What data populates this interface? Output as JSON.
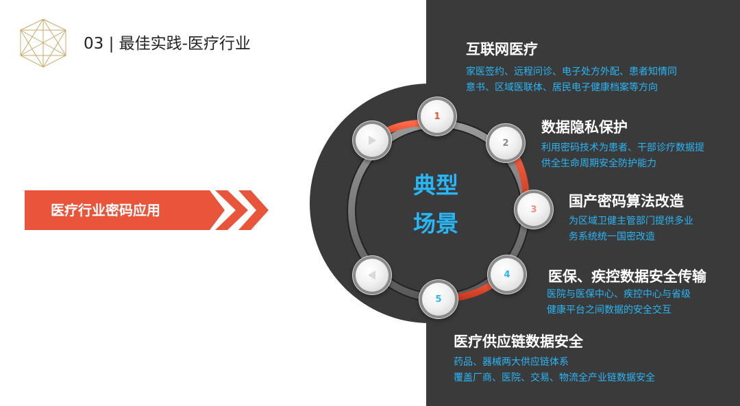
{
  "header": {
    "title": "03 | 最佳实践-医疗行业"
  },
  "banner": {
    "label": "医疗行业密码应用"
  },
  "center": {
    "line1": "典型",
    "line2": "场景"
  },
  "nodes": [
    {
      "label": "1",
      "color": "#e8553a"
    },
    {
      "label": "2",
      "color": "#888888"
    },
    {
      "label": "3",
      "color": "#f08c80"
    },
    {
      "label": "4",
      "color": "#29b6f6"
    },
    {
      "label": "5",
      "color": "#29b6f6"
    }
  ],
  "scenes": [
    {
      "title": "互联网医疗",
      "desc": [
        "家医签约、远程问诊、电子处方外配、患者知情同",
        "意书、区域医联体、居民电子健康档案等方向"
      ]
    },
    {
      "title": "数据隐私保护",
      "desc": [
        "利用密码技术为患者、干部诊疗数据提",
        "供全生命周期安全防护能力"
      ]
    },
    {
      "title": "国产密码算法改造",
      "desc": [
        "为区域卫健主管部门提供多业",
        "务系统统一国密改造"
      ]
    },
    {
      "title": "医保、疾控数据安全传输",
      "desc": [
        "医院与医保中心、疾控中心与省级",
        "健康平台之间数据的安全交互"
      ]
    },
    {
      "title": "医疗供应链数据安全",
      "desc": [
        "药品、器械两大供应链体系",
        "覆盖厂商、医院、交易、物流全产业链数据安全"
      ]
    }
  ],
  "colors": {
    "accent_orange": "#e8553a",
    "accent_blue": "#29b6f6",
    "panel_dark": "#3a3a3a"
  }
}
